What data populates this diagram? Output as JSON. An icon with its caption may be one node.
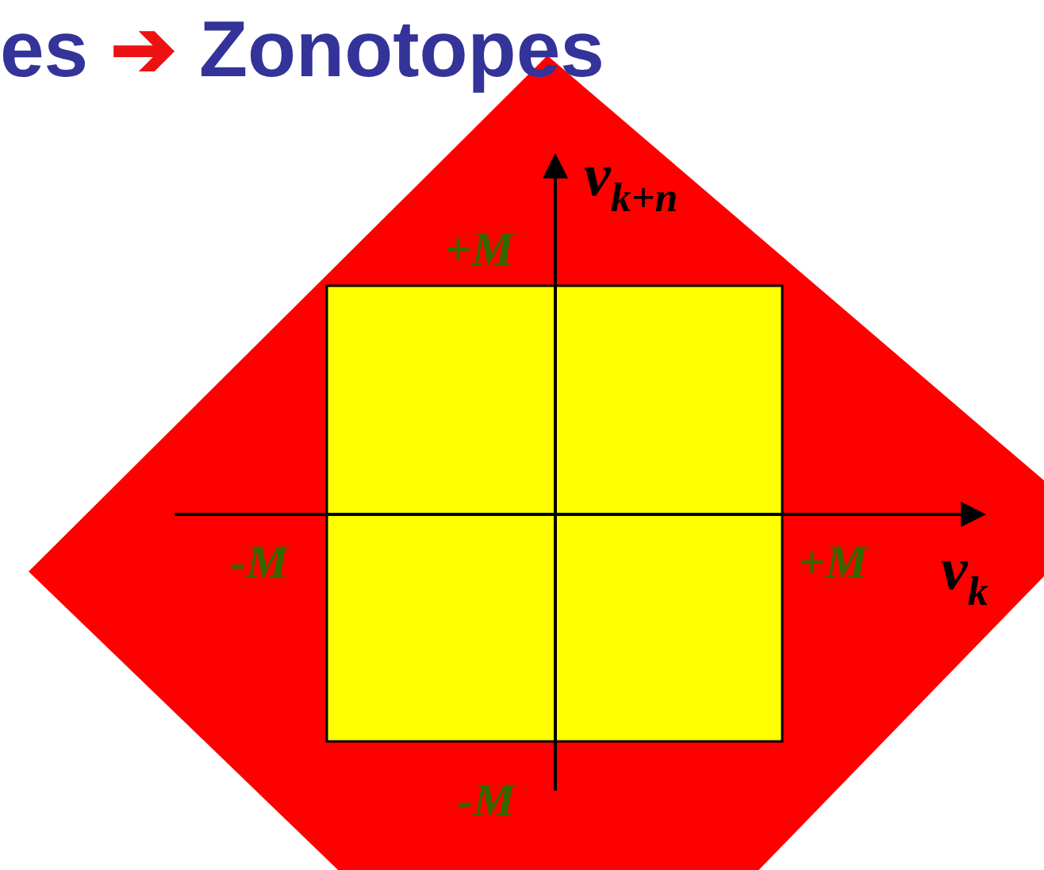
{
  "diagram": {
    "title": "es ➔ Zonotopes",
    "nodes": [
      {
        "text": [],
        "shape": "diamond"
      },
      {
        "text": [],
        "shape": "box",
        "in": 0
      }
    ],
    "labels": [
      "v$_{k+n}$",
      "+M",
      "-M",
      "+M",
      "v$_{k}$",
      "-M"
    ]
  }
}
